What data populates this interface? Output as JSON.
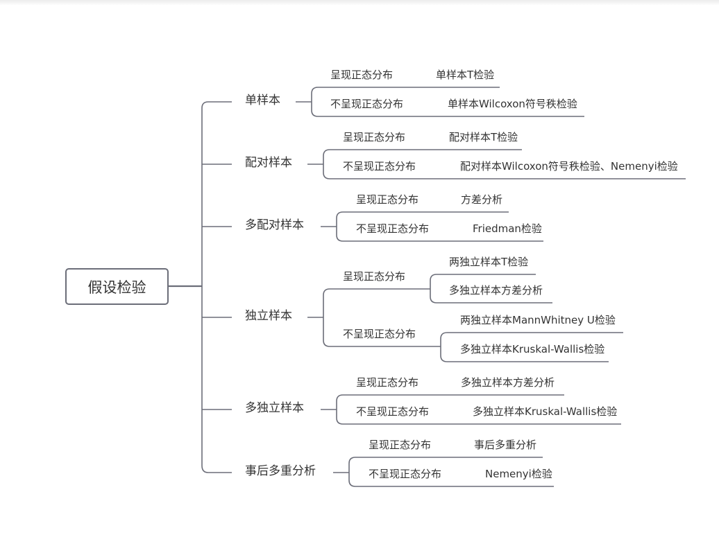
{
  "root": "假设检验",
  "branches": [
    {
      "label": "单样本",
      "groups": [
        {
          "condition": "呈现正态分布",
          "tests": [
            "单样本T检验"
          ]
        },
        {
          "condition": "不呈现正态分布",
          "tests": [
            "单样本Wilcoxon符号秩检验"
          ]
        }
      ]
    },
    {
      "label": "配对样本",
      "groups": [
        {
          "condition": "呈现正态分布",
          "tests": [
            "配对样本T检验"
          ]
        },
        {
          "condition": "不呈现正态分布",
          "tests": [
            "配对样本Wilcoxon符号秩检验、Nemenyi检验"
          ]
        }
      ]
    },
    {
      "label": "多配对样本",
      "groups": [
        {
          "condition": "呈现正态分布",
          "tests": [
            "方差分析"
          ]
        },
        {
          "condition": "不呈现正态分布",
          "tests": [
            "Friedman检验"
          ]
        }
      ]
    },
    {
      "label": "独立样本",
      "groups": [
        {
          "condition": "呈现正态分布",
          "tests": [
            "两独立样本T检验",
            "多独立样本方差分析"
          ]
        },
        {
          "condition": "不呈现正态分布",
          "tests": [
            "两独立样本MannWhitney  U检验",
            "多独立样本Kruskal-Wallis检验"
          ]
        }
      ]
    },
    {
      "label": "多独立样本",
      "groups": [
        {
          "condition": "呈现正态分布",
          "tests": [
            "多独立样本方差分析"
          ]
        },
        {
          "condition": "不呈现正态分布",
          "tests": [
            "多独立样本Kruskal-Wallis检验"
          ]
        }
      ]
    },
    {
      "label": "事后多重分析",
      "groups": [
        {
          "condition": "呈现正态分布",
          "tests": [
            "事后多重分析"
          ]
        },
        {
          "condition": "不呈现正态分布",
          "tests": [
            "Nemenyi检验"
          ]
        }
      ]
    }
  ],
  "colors": {
    "line": "#6b6d78",
    "text": "#333333",
    "background": "#ffffff"
  }
}
